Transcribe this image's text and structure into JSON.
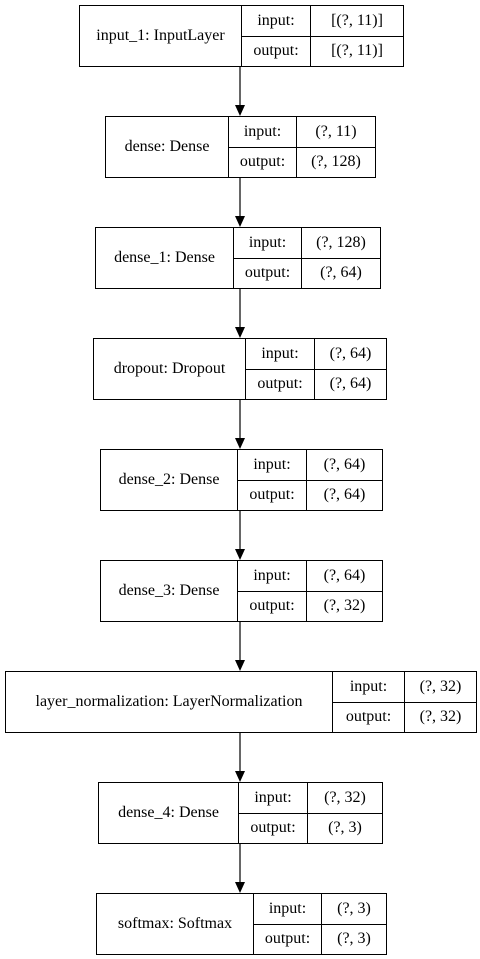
{
  "io_labels": {
    "input": "input:",
    "output": "output:"
  },
  "layers": [
    {
      "name": "input_1: InputLayer",
      "input": "[(?, 11)]",
      "output": "[(?, 11)]"
    },
    {
      "name": "dense: Dense",
      "input": "(?, 11)",
      "output": "(?, 128)"
    },
    {
      "name": "dense_1: Dense",
      "input": "(?, 128)",
      "output": "(?, 64)"
    },
    {
      "name": "dropout: Dropout",
      "input": "(?, 64)",
      "output": "(?, 64)"
    },
    {
      "name": "dense_2: Dense",
      "input": "(?, 64)",
      "output": "(?, 64)"
    },
    {
      "name": "dense_3: Dense",
      "input": "(?, 64)",
      "output": "(?, 32)"
    },
    {
      "name": "layer_normalization: LayerNormalization",
      "input": "(?, 32)",
      "output": "(?, 32)"
    },
    {
      "name": "dense_4: Dense",
      "input": "(?, 32)",
      "output": "(?, 3)"
    },
    {
      "name": "softmax: Softmax",
      "input": "(?, 3)",
      "output": "(?, 3)"
    }
  ]
}
